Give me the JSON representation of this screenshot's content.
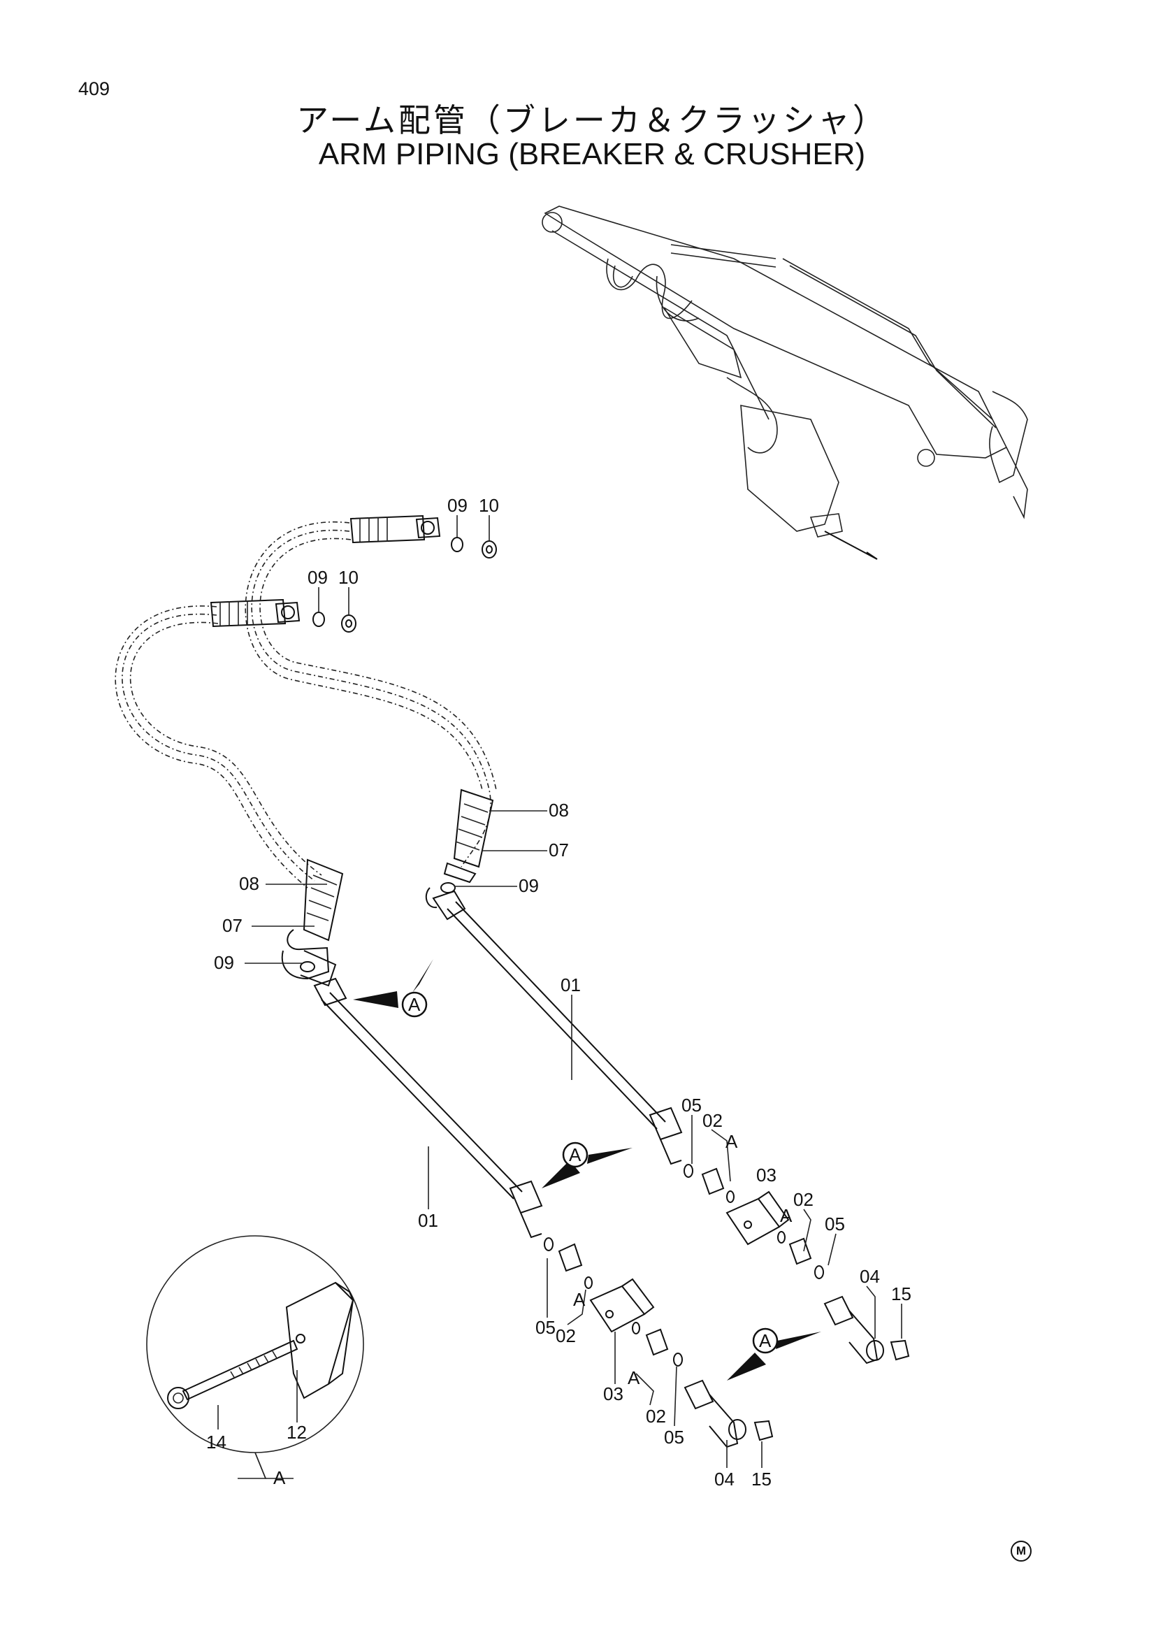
{
  "page": {
    "number": "409"
  },
  "title": {
    "japanese": "アーム配管（ブレーカ＆クラッシャ）",
    "english": "ARM  PIPING  (BREAKER & CRUSHER)"
  },
  "callouts": {
    "c09_top": "09",
    "c10_top": "10",
    "c09_mid": "09",
    "c10_mid": "10",
    "c08_right": "08",
    "c07_right": "07",
    "c09_right": "09",
    "c08_left": "08",
    "c07_left": "07",
    "c09_left": "09",
    "c01_upper": "01",
    "c01_lower": "01",
    "c05_a": "05",
    "c02_a": "02",
    "c03_a": "03",
    "c02_b": "02",
    "c05_b": "05",
    "c04_a": "04",
    "c15_a": "15",
    "c05_c": "05",
    "c02_c": "02",
    "c03_b": "03",
    "c02_d": "02",
    "c05_d": "05",
    "c04_b": "04",
    "c15_b": "15",
    "c14": "14",
    "c12": "12"
  },
  "view_markers": {
    "a1": "A",
    "a2": "A",
    "a3": "A",
    "a_small1": "A",
    "a_small2": "A",
    "a_small3": "A",
    "a_small4": "A",
    "detail": "A"
  },
  "footer_mark": "M"
}
